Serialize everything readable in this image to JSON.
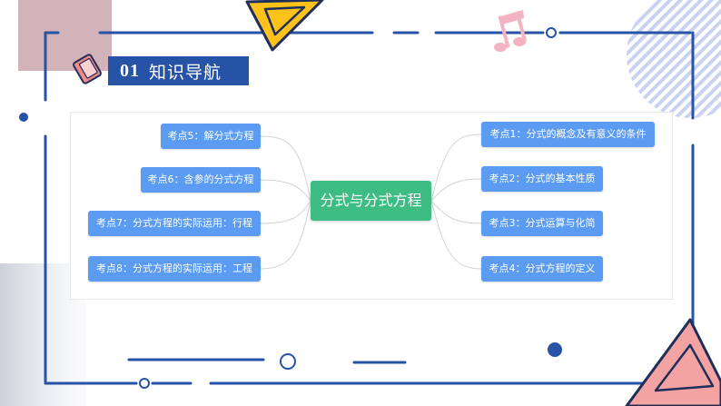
{
  "header": {
    "number": "01",
    "title": "知识导航"
  },
  "mindmap": {
    "center": "分式与分式方程",
    "left": [
      {
        "label": "考点5：解分式方程"
      },
      {
        "label": "考点6：含参的分式方程"
      },
      {
        "label": "考点7：分式方程的实际运用：行程"
      },
      {
        "label": "考点8：分式方程的实际运用：工程"
      }
    ],
    "right": [
      {
        "label": "考点1：分式的概念及有意义的条件"
      },
      {
        "label": "考点2：分式的基本性质"
      },
      {
        "label": "考点3：分式运算与化简"
      },
      {
        "label": "考点4：分式方程的定义"
      }
    ]
  },
  "colors": {
    "frame_blue": "#2753a6",
    "node_blue": "#5b9cf2",
    "center_green": "#3dbd84",
    "accent_yellow": "#ffc21a",
    "accent_pink": "#f4a3a3"
  },
  "icons": [
    "book-icon",
    "music-note-icon"
  ]
}
